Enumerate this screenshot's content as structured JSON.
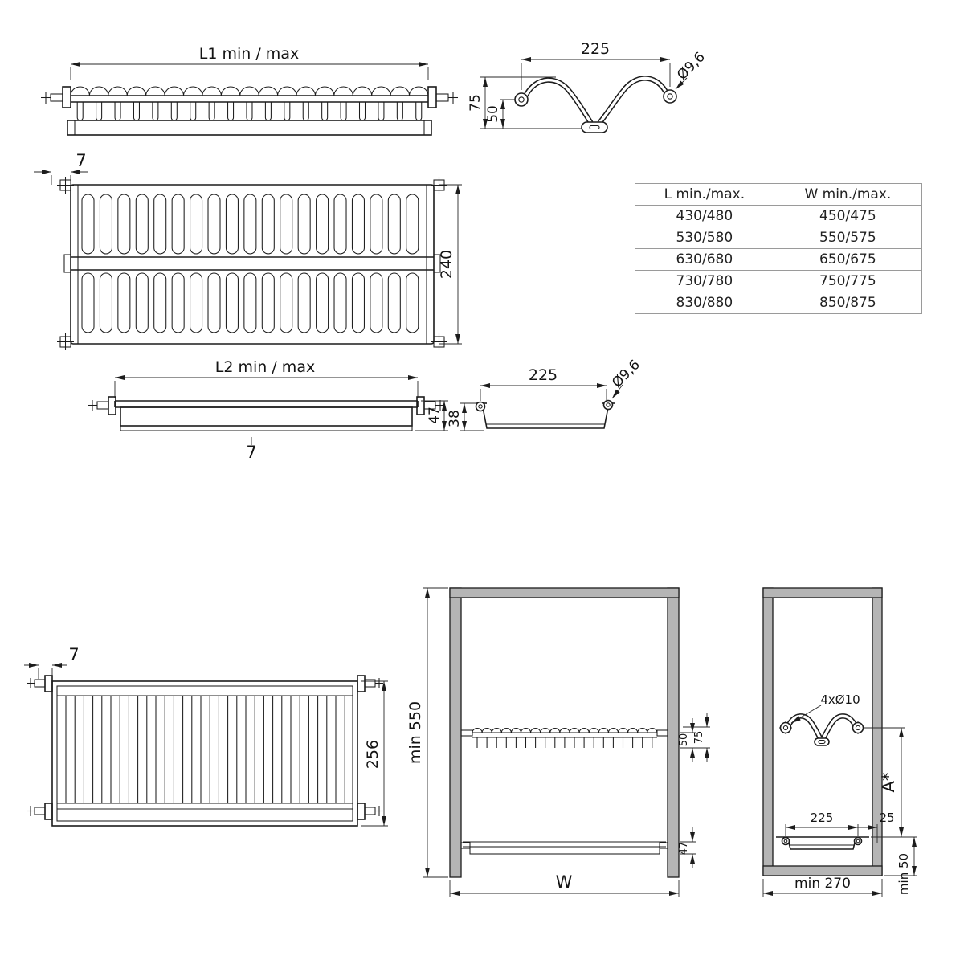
{
  "views": {
    "rack_front": {
      "label_length": "L1 min / max"
    },
    "wire_side": {
      "label_width": "225",
      "label_dia": "Ø9,6",
      "label_h_outer": "75",
      "label_h_inner": "50"
    },
    "rack_top": {
      "label_offset": "7",
      "label_depth": "240"
    },
    "tray_front": {
      "label_length": "L2 min / max",
      "label_height": "47",
      "label_offset": "7"
    },
    "tray_side": {
      "label_width": "225",
      "label_dia": "Ø9,6",
      "label_depth": "38"
    },
    "rack2_front": {
      "label_offset": "7",
      "label_height": "256"
    },
    "cabinet_front": {
      "label_height": "min 550",
      "label_wire_inner": "50",
      "label_wire_outer": "75",
      "label_tray": "47",
      "label_width": "W"
    },
    "cabinet_side": {
      "label_holes": "4xØ10",
      "label_span": "225",
      "label_edge": "25",
      "label_a": "A*",
      "label_depth": "min 270",
      "label_clearance": "min 50"
    }
  },
  "table": {
    "headers": {
      "l": "L min./max.",
      "w": "W min./max."
    },
    "rows": [
      {
        "l": "430/480",
        "w": "450/475"
      },
      {
        "l": "530/580",
        "w": "550/575"
      },
      {
        "l": "630/680",
        "w": "650/675"
      },
      {
        "l": "730/780",
        "w": "750/775"
      },
      {
        "l": "830/880",
        "w": "850/875"
      }
    ]
  }
}
